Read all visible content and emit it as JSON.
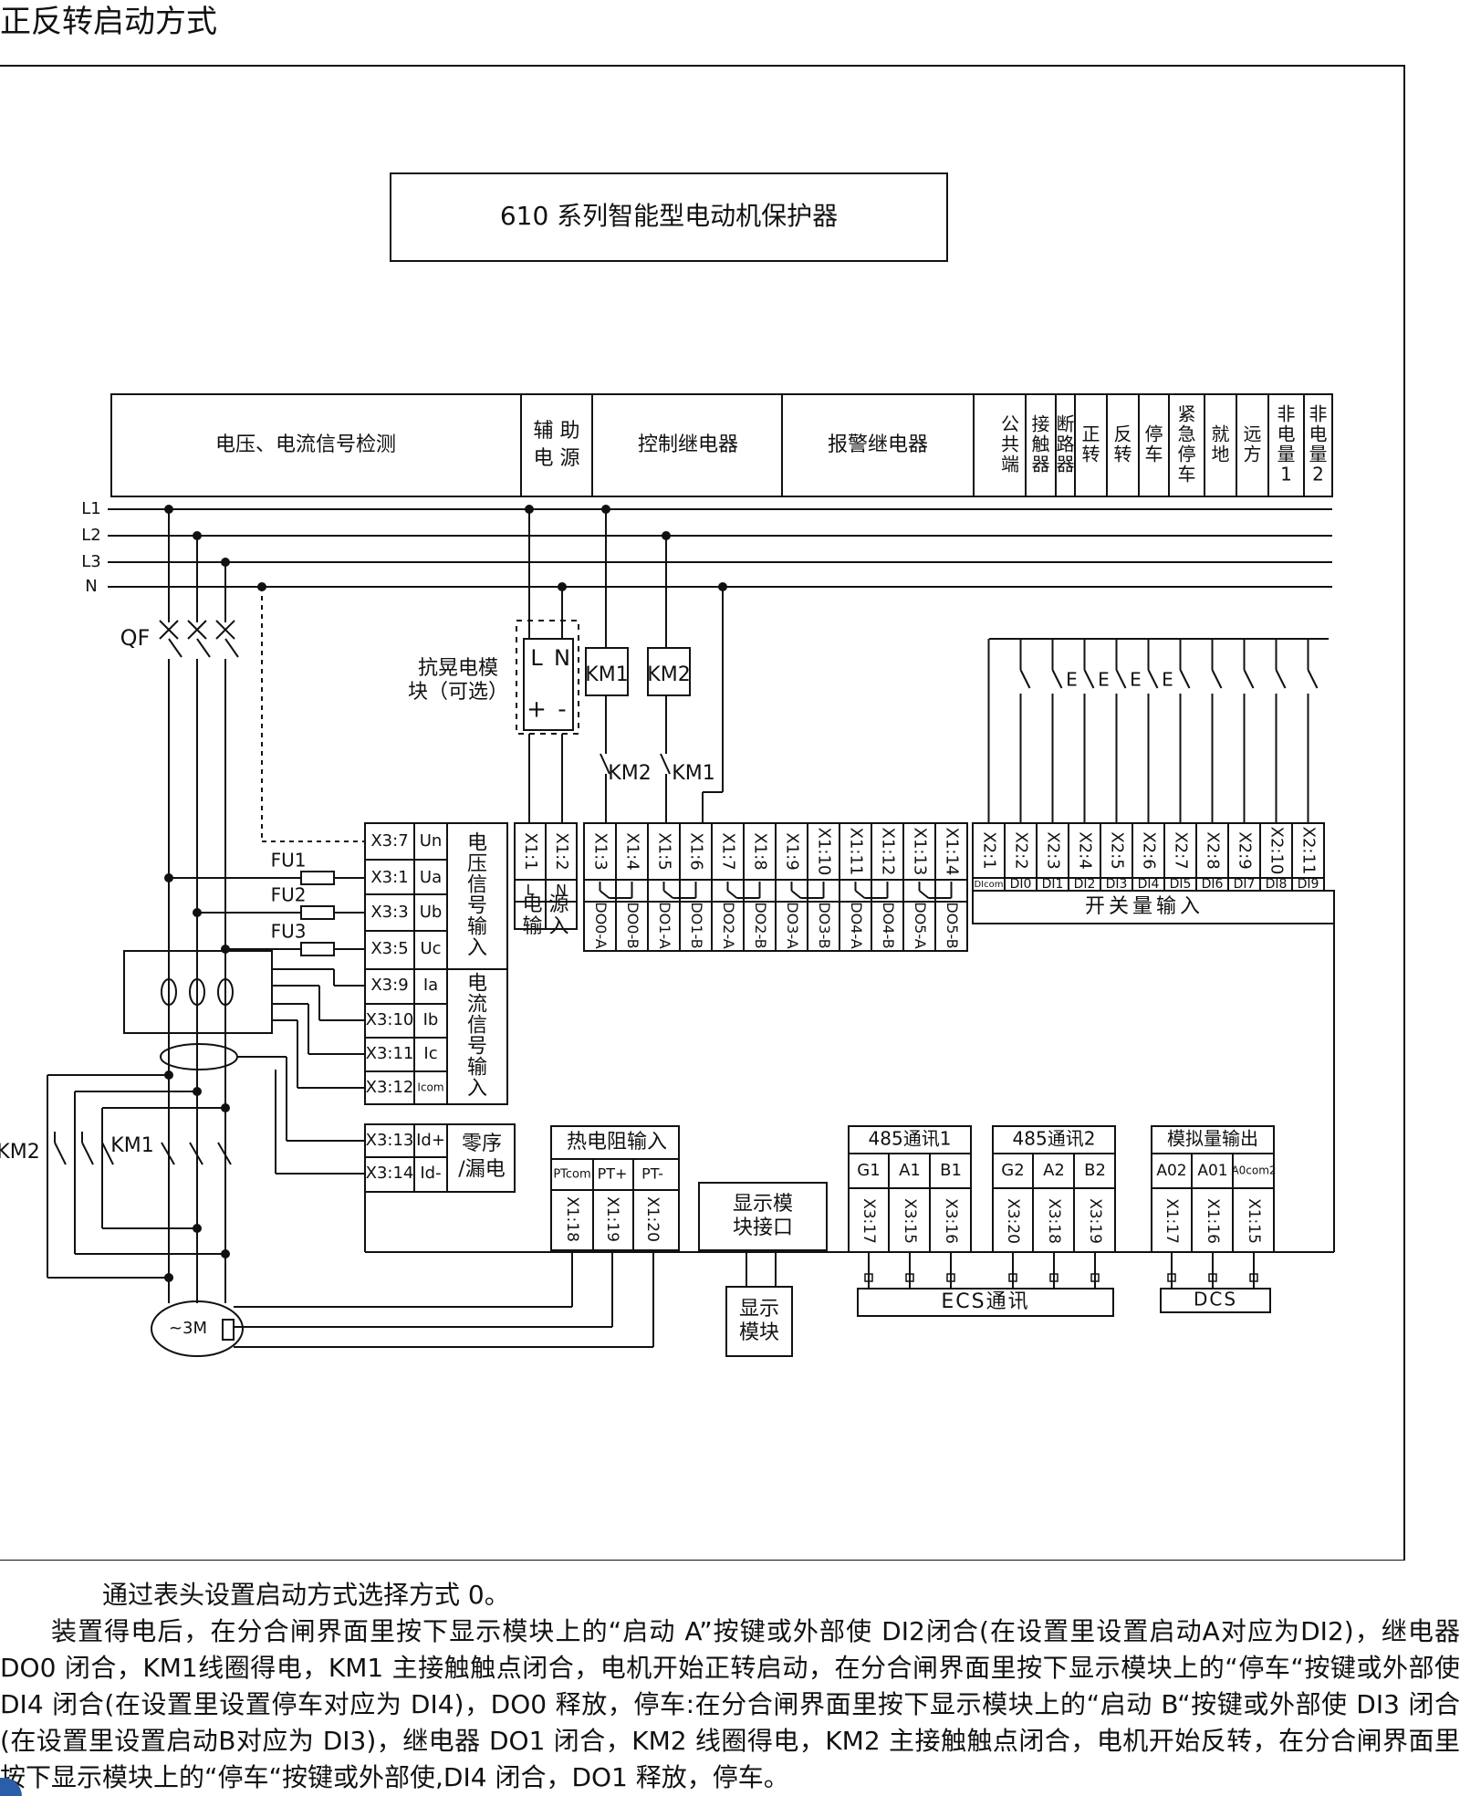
{
  "page_title": "正反转启动方式",
  "device_title": "610 系列智能型电动机保护器",
  "header_groups": [
    "电压、电流信号检测",
    "辅 助\n电 源",
    "控制继电器",
    "报警继电器"
  ],
  "header_di": [
    "公\n共\n端",
    "接\n触\n器",
    "断\n路\n器",
    "正\n转",
    "反\n转",
    "停\n车",
    "紧\n急\n停\n车",
    "就\n地",
    "远\n方",
    "非\n电\n量\n1",
    "非\n电\n量\n2"
  ],
  "lines": [
    "L1",
    "L2",
    "L3",
    "N"
  ],
  "qf_label": "QF",
  "module": {
    "label": "抗晃电模\n块（可选）",
    "L": "L",
    "N": "N",
    "plus": "+",
    "minus": "-"
  },
  "coils": [
    "KM1",
    "KM2"
  ],
  "interlock": [
    "KM2",
    "KM1"
  ],
  "fuses": [
    "FU1",
    "FU2",
    "FU3"
  ],
  "voltage_terminals": [
    {
      "t": "X3:7",
      "s": "Un"
    },
    {
      "t": "X3:1",
      "s": "Ua"
    },
    {
      "t": "X3:3",
      "s": "Ub"
    },
    {
      "t": "X3:5",
      "s": "Uc"
    }
  ],
  "voltage_label": "电\n压\n信\n号\n输\n入",
  "current_terminals": [
    {
      "t": "X3:9",
      "s": "Ia"
    },
    {
      "t": "X3:10",
      "s": "Ib"
    },
    {
      "t": "X3:11",
      "s": "Ic"
    },
    {
      "t": "X3:12",
      "s": "Icom"
    }
  ],
  "current_label": "电\n流\n信\n号\n输\n入",
  "zero_terminals": [
    {
      "t": "X3:13",
      "s": "Id+"
    },
    {
      "t": "X3:14",
      "s": "Id-"
    }
  ],
  "zero_label": "零序\n/漏电",
  "power_terminals": [
    "X1:1",
    "X1:2"
  ],
  "power_sub": [
    "L",
    "N"
  ],
  "power_label": "电 源\n输 入",
  "do_terminals": [
    "X1:3",
    "X1:4",
    "X1:5",
    "X1:6",
    "X1:7",
    "X1:8",
    "X1:9",
    "X1:10",
    "X1:11",
    "X1:12",
    "X1:13",
    "X1:14"
  ],
  "do_labels": [
    "DO0-A",
    "DO0-B",
    "DO1-A",
    "DO1-B",
    "DO2-A",
    "DO2-B",
    "DO3-A",
    "DO3-B",
    "DO4-A",
    "DO4-B",
    "DO5-A",
    "DO5-B"
  ],
  "di_terminals": [
    "X2:1",
    "X2:2",
    "X2:3",
    "X2:4",
    "X2:5",
    "X2:6",
    "X2:7",
    "X2:8",
    "X2:9",
    "X2:10",
    "X2:11"
  ],
  "di_labels": [
    "DIcom",
    "DI0",
    "DI1",
    "DI2",
    "DI3",
    "DI4",
    "DI5",
    "DI6",
    "DI7",
    "DI8",
    "DI9"
  ],
  "di_group_label": "开关量输入",
  "switch_e": "E",
  "rtd": {
    "title": "热电阻输入",
    "subs": [
      "PTcom",
      "PT+",
      "PT-"
    ],
    "terms": [
      "X1:18",
      "X1:19",
      "X1:20"
    ]
  },
  "display_port": "显示模\n块接口",
  "display_module": "显示\n模块",
  "rs485_1": {
    "title": "485通讯1",
    "subs": [
      "G1",
      "A1",
      "B1"
    ],
    "terms": [
      "X3:17",
      "X3:15",
      "X3:16"
    ]
  },
  "rs485_2": {
    "title": "485通讯2",
    "subs": [
      "G2",
      "A2",
      "B2"
    ],
    "terms": [
      "X3:20",
      "X3:18",
      "X3:19"
    ]
  },
  "analog": {
    "title": "模拟量输出",
    "subs": [
      "A02",
      "A01",
      "A0com2"
    ],
    "terms": [
      "X1:17",
      "X1:16",
      "X1:15"
    ]
  },
  "ecs_label": "ECS通讯",
  "dcs_label": "DCS",
  "km_labels": [
    "KM2",
    "KM1"
  ],
  "motor_label": "~3M",
  "paragraph1": "通过表头设置启动方式选择方式 0。",
  "paragraph2": "装置得电后，在分合闸界面里按下显示模块上的“启动 A”按键或外部使 DI2闭合(在设置里设置启动A对应为DI2)，继电器DO0 闭合，KM1线圈得电，KM1 主接触触点闭合，电机开始正转启动，在分合闸界面里按下显示模块上的“停车“按键或外部使 DI4 闭合(在设置里设置停车对应为 DI4)，DO0 释放，停车:在分合闸界面里按下显示模块上的“启动 B“按键或外部使 DI3 闭合(在设置里设置启动B对应为 DI3)，继电器 DO1 闭合，KM2 线圈得电，KM2 主接触触点闭合，电机开始反转，在分合闸界面里按下显示模块上的“停车“按键或外部使,DI4 闭合，DO1 释放，停车。"
}
